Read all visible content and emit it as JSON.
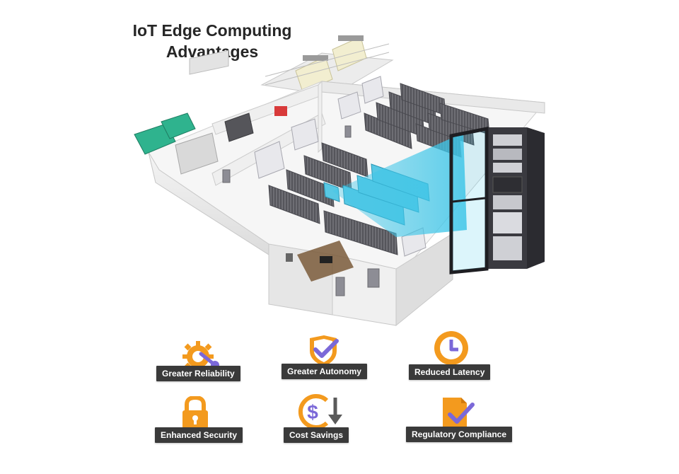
{
  "title": {
    "line1": "IoT Edge Computing",
    "line2": "Advantages"
  },
  "advantages": [
    {
      "label": "Greater Reliability",
      "icon": "gear-wrench-icon"
    },
    {
      "label": "Greater Autonomy",
      "icon": "shield-check-icon"
    },
    {
      "label": "Reduced Latency",
      "icon": "clock-icon"
    },
    {
      "label": "Enhanced Security",
      "icon": "padlock-icon"
    },
    {
      "label": "Cost Savings",
      "icon": "dollar-down-arrow-icon"
    },
    {
      "label": "Regulatory Compliance",
      "icon": "document-check-icon"
    }
  ],
  "colors": {
    "accent_orange": "#f39a1e",
    "accent_purple": "#7b68d8",
    "label_background": "#3a3a3a",
    "highlight_cyan": "#3fc6e8"
  }
}
